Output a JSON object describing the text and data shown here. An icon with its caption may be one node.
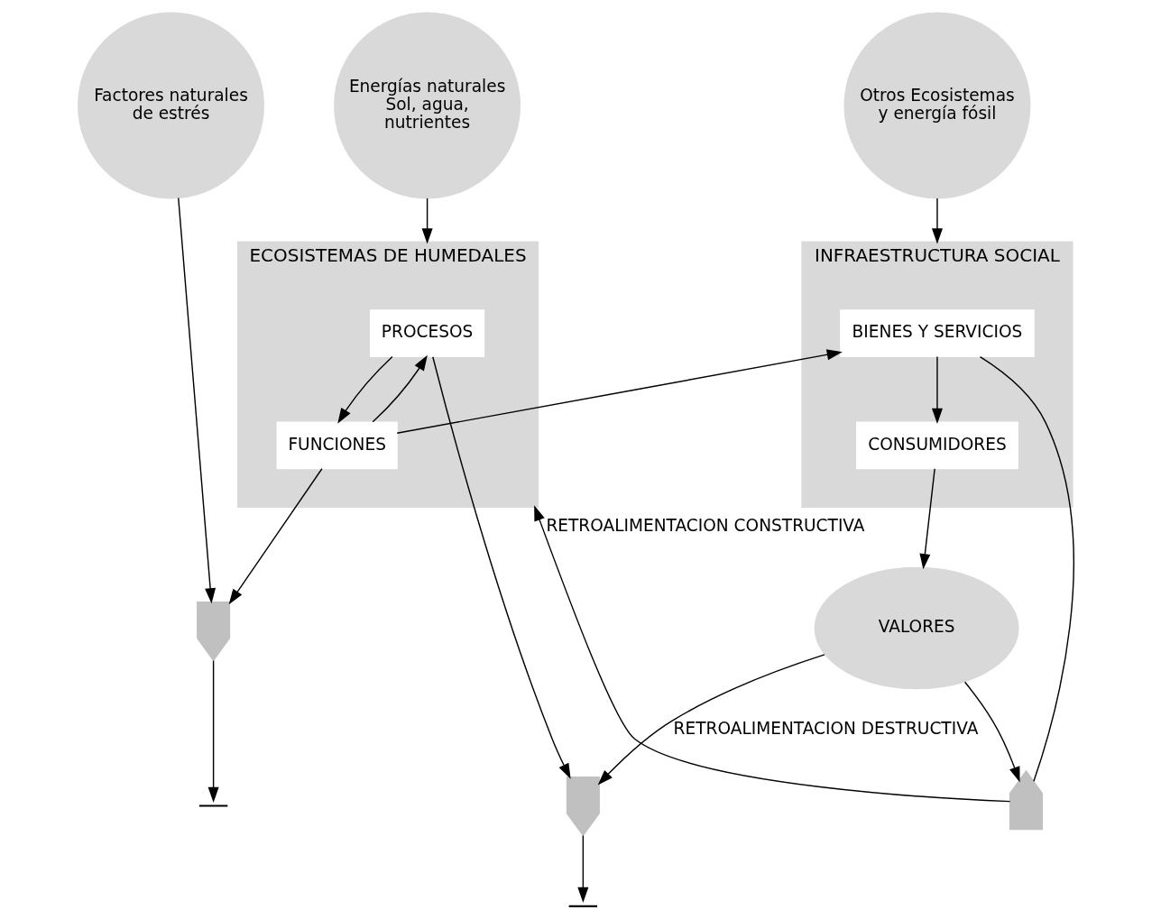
{
  "diagram": {
    "nodes": [
      {
        "text": [
          "Energías naturales Sol, agua, nutrientes"
        ]
      },
      {
        "text": [
          "ECOSISTEMAS DE HUMEDALES"
        ]
      },
      {
        "text": [
          "PROCESOS"
        ],
        "in": 1
      },
      {
        "text": [
          "FUNCIONES"
        ],
        "in": 1
      },
      {
        "text": [
          "INFRAESTRUCTURA SOCIAL"
        ]
      },
      {
        "text": [
          "BIENES Y SERVICIOS"
        ],
        "in": 4
      },
      {
        "text": [
          "CONSUMIDORES"
        ],
        "in": 4
      },
      {
        "text": [
          "VALORES"
        ]
      },
      {
        "text": [],
        "shape": "chevron"
      },
      {
        "text": [],
        "shape": "chevron"
      },
      {
        "text": [],
        "shape": "ground"
      },
      {
        "text": [],
        "shape": "chevron"
      },
      {
        "text": [],
        "shape": "ground"
      },
      {
        "text": [
          "Factores naturales de estrés"
        ]
      },
      {
        "text": [
          "Otros Ecosistemas y energía fósil"
        ]
      }
    ],
    "edges": [
      {
        "from": 0,
        "to": 1,
        "arrow": "to"
      },
      {
        "from": 2,
        "to": 3,
        "arrow": "to"
      },
      {
        "from": 3,
        "to": 2,
        "arrow": "to"
      },
      {
        "from": 2,
        "to": 11,
        "arrow": "to"
      },
      {
        "from": 3,
        "to": 5,
        "arrow": "to"
      },
      {
        "from": 3,
        "to": 9,
        "arrow": "to"
      },
      {
        "from": 13,
        "to": 9,
        "arrow": "to"
      },
      {
        "from": 9,
        "to": 10,
        "arrow": "to"
      },
      {
        "from": 11,
        "to": 12,
        "arrow": "to"
      },
      {
        "from": 5,
        "to": 8,
        "arrow": "none"
      },
      {
        "from": 5,
        "to": 6,
        "arrow": "to"
      },
      {
        "from": 6,
        "to": 7,
        "arrow": "to"
      },
      {
        "from": 7,
        "to": 8,
        "arrow": "to"
      },
      {
        "from": 8,
        "to": 1,
        "arrow": "to",
        "label": "RETROALIMENTACION CONSTRUCTIVA"
      },
      {
        "from": 7,
        "to": 11,
        "arrow": "to",
        "label": "RETROALIMENTACION DESTRUCTIVA"
      },
      {
        "from": 14,
        "to": 4,
        "arrow": "to"
      }
    ]
  }
}
